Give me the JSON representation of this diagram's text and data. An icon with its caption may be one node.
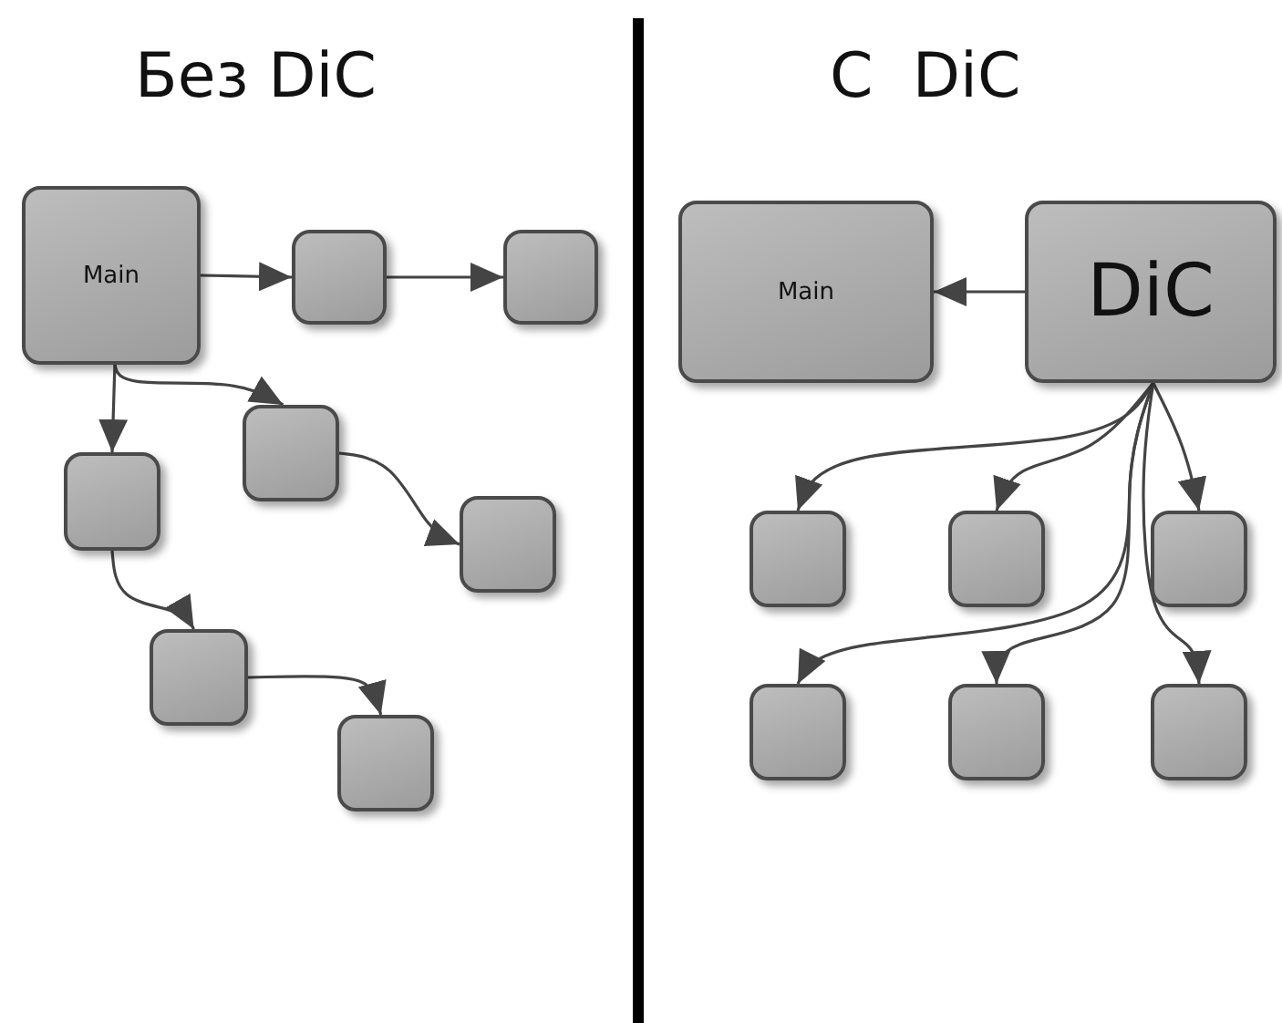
{
  "diagram": {
    "nodes": [
      {
        "text": [
          "Main"
        ]
      },
      {
        "text": [],
        "shape": "box"
      },
      {
        "text": [],
        "shape": "box"
      },
      {
        "text": [],
        "shape": "box"
      },
      {
        "text": [],
        "shape": "box"
      },
      {
        "text": [],
        "shape": "box"
      },
      {
        "text": [],
        "shape": "box"
      },
      {
        "text": [],
        "shape": "box"
      },
      {
        "text": [
          "Main"
        ]
      },
      {
        "text": [
          "DiC"
        ]
      },
      {
        "text": [],
        "shape": "box"
      },
      {
        "text": [],
        "shape": "box"
      },
      {
        "text": [],
        "shape": "box"
      },
      {
        "text": [],
        "shape": "box"
      },
      {
        "text": [],
        "shape": "box"
      },
      {
        "text": [],
        "shape": "box"
      }
    ],
    "edges": [
      {
        "from": 0,
        "to": 1,
        "arrow": "to"
      },
      {
        "from": 1,
        "to": 2,
        "arrow": "to"
      },
      {
        "from": 0,
        "to": 4,
        "arrow": "to"
      },
      {
        "from": 0,
        "to": 3,
        "arrow": "to"
      },
      {
        "from": 4,
        "to": 5,
        "arrow": "to"
      },
      {
        "from": 3,
        "to": 6,
        "arrow": "to"
      },
      {
        "from": 6,
        "to": 7,
        "arrow": "to"
      },
      {
        "from": 9,
        "to": 8,
        "arrow": "to"
      },
      {
        "from": 9,
        "to": 10,
        "arrow": "to"
      },
      {
        "from": 9,
        "to": 11,
        "arrow": "to"
      },
      {
        "from": 9,
        "to": 12,
        "arrow": "to"
      },
      {
        "from": 9,
        "to": 13,
        "arrow": "to"
      },
      {
        "from": 9,
        "to": 14,
        "arrow": "to"
      },
      {
        "from": 9,
        "to": 15,
        "arrow": "to"
      }
    ],
    "labels": [
      "Без DiC",
      "С  DiC"
    ]
  }
}
